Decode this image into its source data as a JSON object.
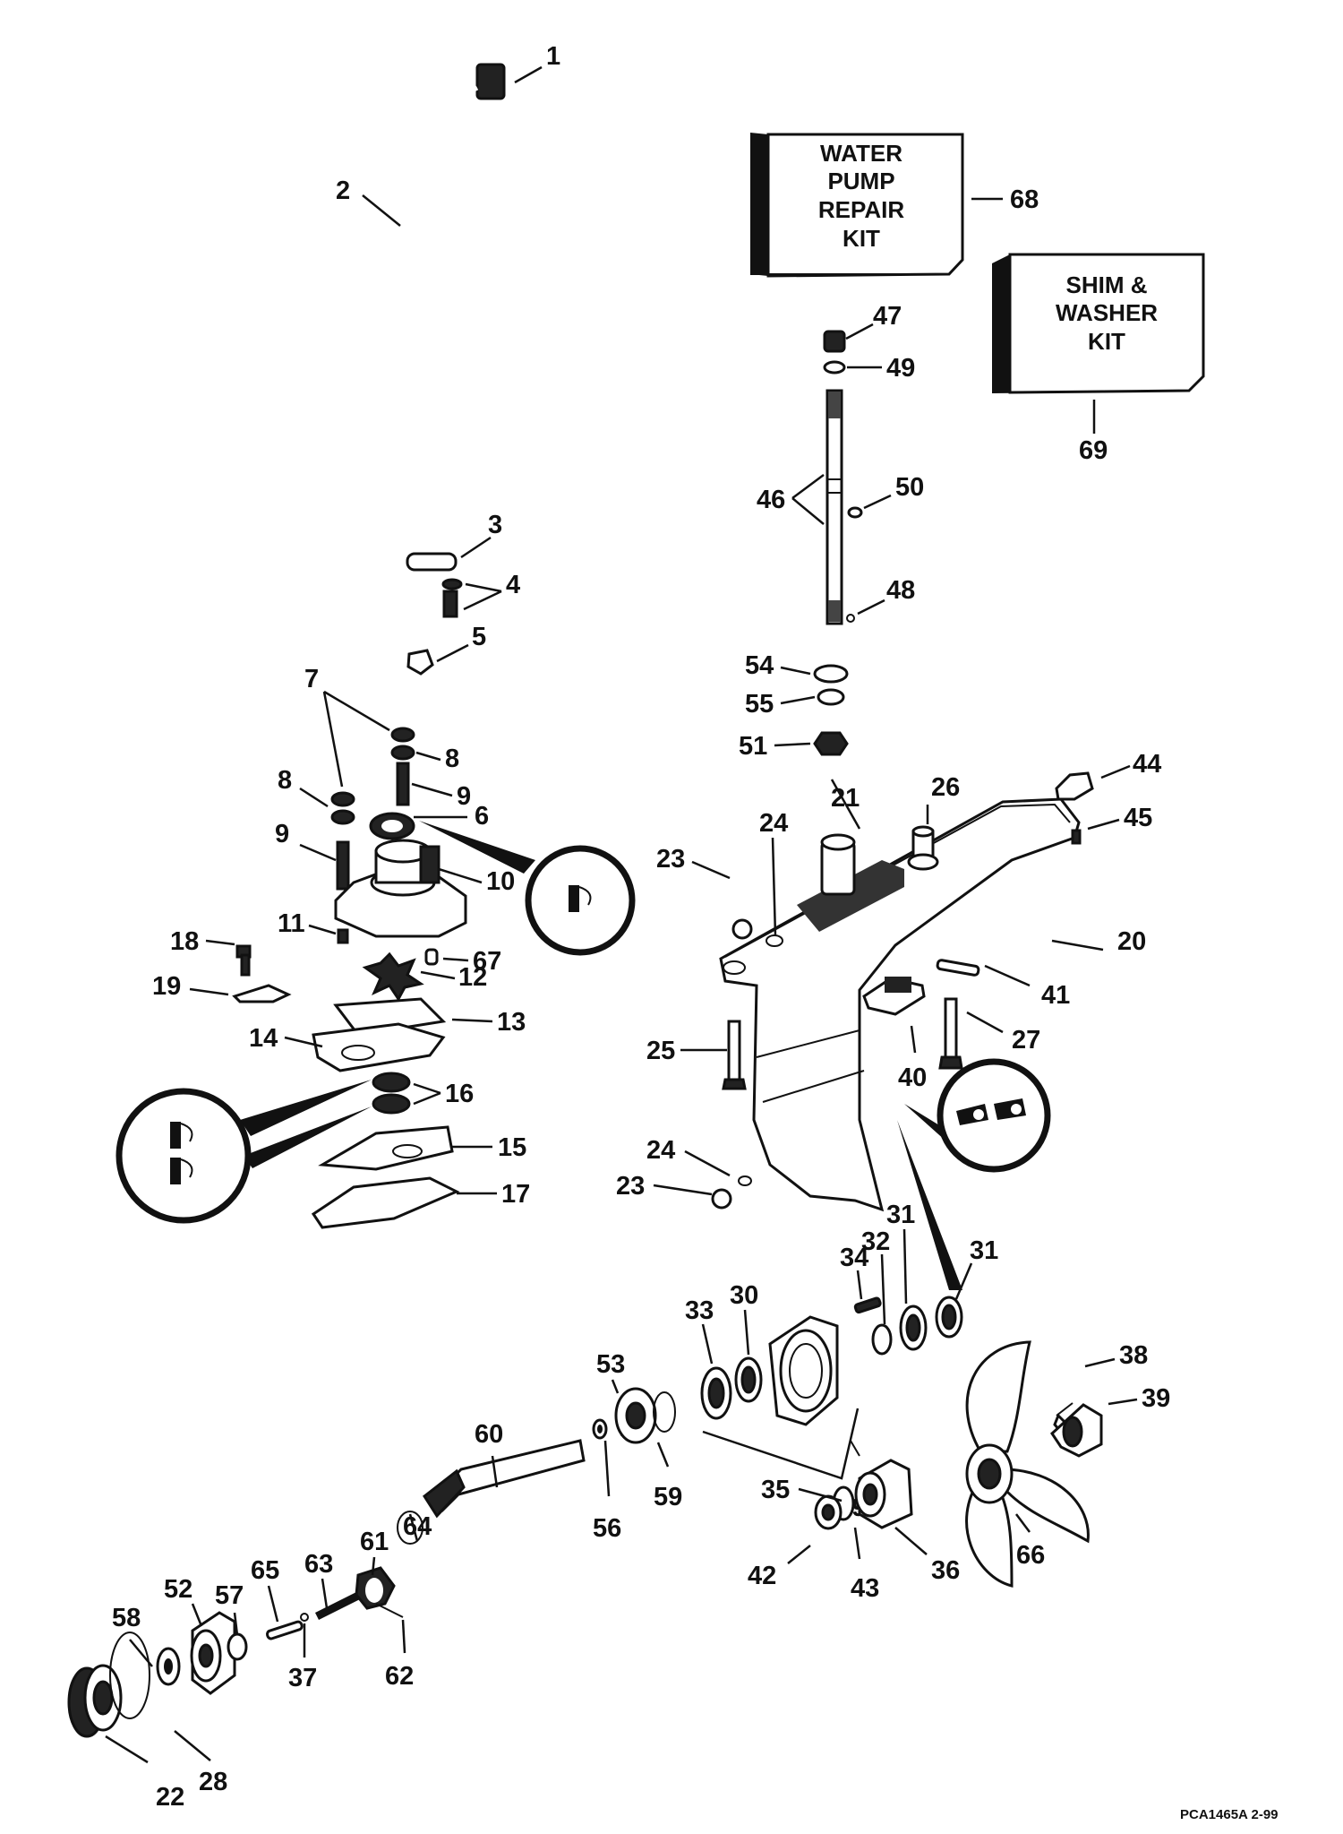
{
  "kits": {
    "water_pump": [
      "WATER",
      "PUMP",
      "REPAIR",
      "KIT"
    ],
    "shim_washer": [
      "SHIM &",
      "WASHER",
      "KIT"
    ]
  },
  "callouts": {
    "c1": "1",
    "c2": "2",
    "c3": "3",
    "c4": "4",
    "c5": "5",
    "c6": "6",
    "c7": "7",
    "c8a": "8",
    "c8b": "8",
    "c9a": "9",
    "c9b": "9",
    "c10": "10",
    "c11": "11",
    "c12": "12",
    "c13": "13",
    "c14": "14",
    "c15": "15",
    "c16": "16",
    "c17": "17",
    "c18": "18",
    "c19": "19",
    "c20": "20",
    "c21": "21",
    "c22": "22",
    "c23a": "23",
    "c23b": "23",
    "c24a": "24",
    "c24b": "24",
    "c25": "25",
    "c26": "26",
    "c27": "27",
    "c28": "28",
    "c29": "29",
    "c30": "30",
    "c31a": "31",
    "c31b": "31",
    "c32": "32",
    "c33": "33",
    "c34": "34",
    "c35": "35",
    "c36": "36",
    "c37": "37",
    "c38": "38",
    "c39": "39",
    "c40": "40",
    "c41": "41",
    "c42": "42",
    "c43": "43",
    "c44": "44",
    "c45": "45",
    "c46": "46",
    "c47": "47",
    "c48": "48",
    "c49": "49",
    "c50": "50",
    "c51": "51",
    "c52": "52",
    "c53": "53",
    "c54": "54",
    "c55": "55",
    "c56": "56",
    "c57": "57",
    "c58": "58",
    "c59": "59",
    "c60": "60",
    "c61": "61",
    "c62": "62",
    "c63": "63",
    "c64": "64",
    "c65": "65",
    "c66": "66",
    "c67": "67",
    "c68": "68",
    "c69": "69"
  },
  "figure_code": "PCA1465A  2-99"
}
